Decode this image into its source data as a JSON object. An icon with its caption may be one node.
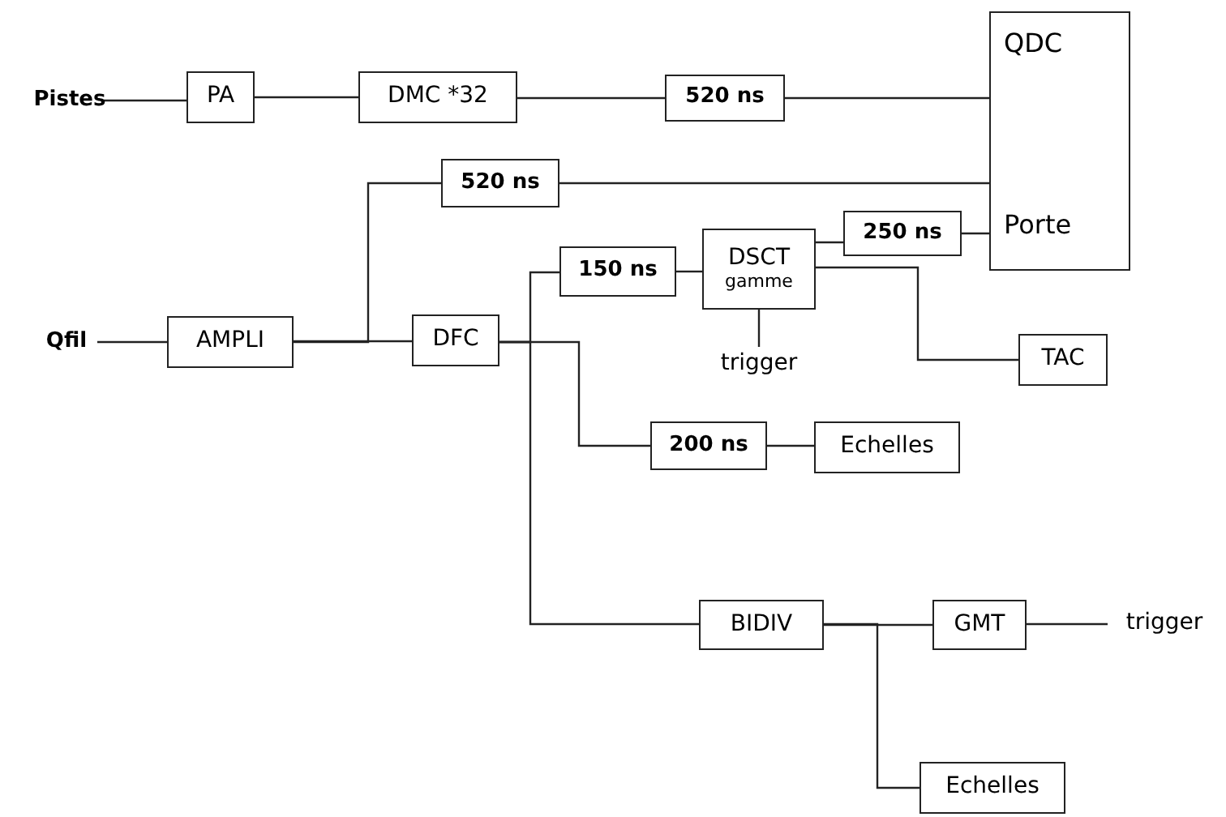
{
  "diagram": {
    "nodes": [
      {
        "text": [
          "Pistes"
        ]
      },
      {
        "text": [
          "PA"
        ]
      },
      {
        "text": [
          "DMC *32"
        ]
      },
      {
        "text": [
          "520 ns"
        ]
      },
      {
        "text": [
          "QDC",
          "Porte"
        ]
      },
      {
        "text": [
          "Qfil"
        ]
      },
      {
        "text": [
          "AMPLI"
        ]
      },
      {
        "text": [
          "520 ns"
        ]
      },
      {
        "text": [
          "DFC"
        ]
      },
      {
        "text": [
          "150 ns"
        ]
      },
      {
        "text": [
          "DSCT",
          "gamme"
        ]
      },
      {
        "text": [
          "250 ns"
        ]
      },
      {
        "text": [
          "trigger"
        ]
      },
      {
        "text": [
          "TAC"
        ]
      },
      {
        "text": [
          "200 ns"
        ]
      },
      {
        "text": [
          "Echelles"
        ]
      },
      {
        "text": [
          "BIDIV"
        ]
      },
      {
        "text": [
          "GMT"
        ]
      },
      {
        "text": [
          "trigger"
        ]
      },
      {
        "text": [
          "Echelles"
        ]
      }
    ],
    "edges": [
      {
        "from": 0,
        "to": 1,
        "arrow": "none"
      },
      {
        "from": 1,
        "to": 2,
        "arrow": "none"
      },
      {
        "from": 2,
        "to": 3,
        "arrow": "none"
      },
      {
        "from": 3,
        "to": 4,
        "arrow": "none"
      },
      {
        "from": 5,
        "to": 6,
        "arrow": "none"
      },
      {
        "from": 6,
        "to": 7,
        "arrow": "none"
      },
      {
        "from": 6,
        "to": 8,
        "arrow": "none"
      },
      {
        "from": 7,
        "to": 4,
        "arrow": "none"
      },
      {
        "from": 8,
        "to": 9,
        "arrow": "none"
      },
      {
        "from": 8,
        "to": 14,
        "arrow": "none"
      },
      {
        "from": 8,
        "to": 16,
        "arrow": "none"
      },
      {
        "from": 9,
        "to": 10,
        "arrow": "none"
      },
      {
        "from": 10,
        "to": 11,
        "arrow": "none"
      },
      {
        "from": 11,
        "to": 4,
        "arrow": "none"
      },
      {
        "from": 12,
        "to": 10,
        "arrow": "none"
      },
      {
        "from": 10,
        "to": 13,
        "arrow": "none"
      },
      {
        "from": 14,
        "to": 15,
        "arrow": "none"
      },
      {
        "from": 16,
        "to": 17,
        "arrow": "none"
      },
      {
        "from": 16,
        "to": 19,
        "arrow": "none"
      },
      {
        "from": 17,
        "to": 18,
        "arrow": "none"
      }
    ]
  }
}
